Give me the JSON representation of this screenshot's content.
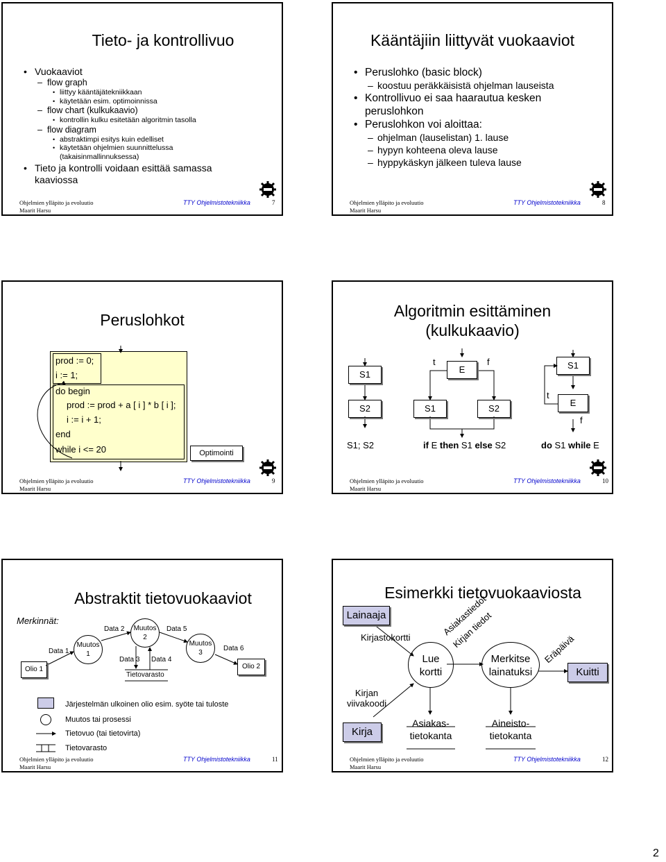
{
  "footer": {
    "course": "Ohjelmien ylläpito ja evoluutio",
    "author": "Maarit Harsu",
    "institute": "TTY Ohjelmistotekniikka"
  },
  "page_number": "2",
  "slide7": {
    "title": "Tieto- ja kontrollivuo",
    "num": "7",
    "b1": "Vuokaaviot",
    "b1a": "flow graph",
    "b1a1": "liittyy kääntäjätekniikkaan",
    "b1a2": "käytetään esim. optimoinnissa",
    "b1b": "flow chart (kulkukaavio)",
    "b1b1": "kontrollin kulku esitetään algoritmin tasolla",
    "b1c": "flow diagram",
    "b1c1": "abstraktimpi esitys kuin edelliset",
    "b1c2": "käytetään ohjelmien suunnittelussa (takaisinmallinnuksessa)",
    "b2": "Tieto ja kontrolli voidaan esittää samassa kaaviossa"
  },
  "slide8": {
    "title": "Kääntäjiin liittyvät vuokaaviot",
    "num": "8",
    "b1": "Peruslohko (basic block)",
    "b1a": "koostuu peräkkäisistä ohjelman lauseista",
    "b2": "Kontrollivuo ei saa haarautua kesken peruslohkon",
    "b3": "Peruslohkon voi aloittaa:",
    "b3a": "ohjelman (lauselistan) 1. lause",
    "b3b": "hypyn kohteena oleva lause",
    "b3c": "hyppykäskyn jälkeen tuleva lause"
  },
  "slide9": {
    "title": "Peruslohkot",
    "num": "9",
    "code1": "prod := 0;",
    "code2": "i := 1;",
    "code3": "do begin",
    "code4": "prod := prod + a [ i ] * b [ i ];",
    "code5": "i := i + 1;",
    "code6": "end",
    "code7": "while i <= 20",
    "opt": "Optimointi"
  },
  "slide10": {
    "title1": "Algoritmin esittäminen",
    "title2": "(kulkukaavio)",
    "num": "10",
    "s1": "S1",
    "s2": "S2",
    "e": "E",
    "t": "t",
    "f": "f",
    "cap1": "S1; S2",
    "cap2_if": "if",
    "cap2_mid": " E ",
    "cap2_then": "then",
    "cap2_s1": " S1 ",
    "cap2_else": "else",
    "cap2_s2": " S2",
    "cap3_do": "do",
    "cap3_s1": " S1 ",
    "cap3_while": "while",
    "cap3_e": " E"
  },
  "slide11": {
    "title": "Abstraktit tietovuokaaviot",
    "num": "11",
    "merk": "Merkinnät:",
    "olio1": "Olio 1",
    "olio2": "Olio 2",
    "m1a": "Muutos",
    "m1b": "1",
    "m2a": "Muutos",
    "m2b": "2",
    "m3a": "Muutos",
    "m3b": "3",
    "d1": "Data 1",
    "d2": "Data 2",
    "d3": "Data 3",
    "d4": "Data 4",
    "d5": "Data 5",
    "d6": "Data 6",
    "store": "Tietovarasto",
    "leg1": "Järjestelmän ulkoinen olio esim. syöte tai tuloste",
    "leg2": "Muutos tai prosessi",
    "leg3": "Tietovuo (tai tietovirta)",
    "leg4": "Tietovarasto"
  },
  "slide12": {
    "title": "Esimerkki tietovuokaaviosta",
    "num": "12",
    "lainaaja": "Lainaaja",
    "kirjastokortti": "Kirjastokortti",
    "kirjan": "Kirjan",
    "viivakoodi": "viivakoodi",
    "kirja": "Kirja",
    "lue1": "Lue",
    "lue2": "kortti",
    "as1": "Asiakastiedot",
    "kt": "Kirjan tiedot",
    "mer1": "Merkitse",
    "mer2": "lainatuksi",
    "era": "Eräpäivä",
    "kuitti": "Kuitti",
    "at1": "Asiakas-",
    "at2": "tietokanta",
    "ai1": "Aineisto-",
    "ai2": "tietokanta"
  }
}
